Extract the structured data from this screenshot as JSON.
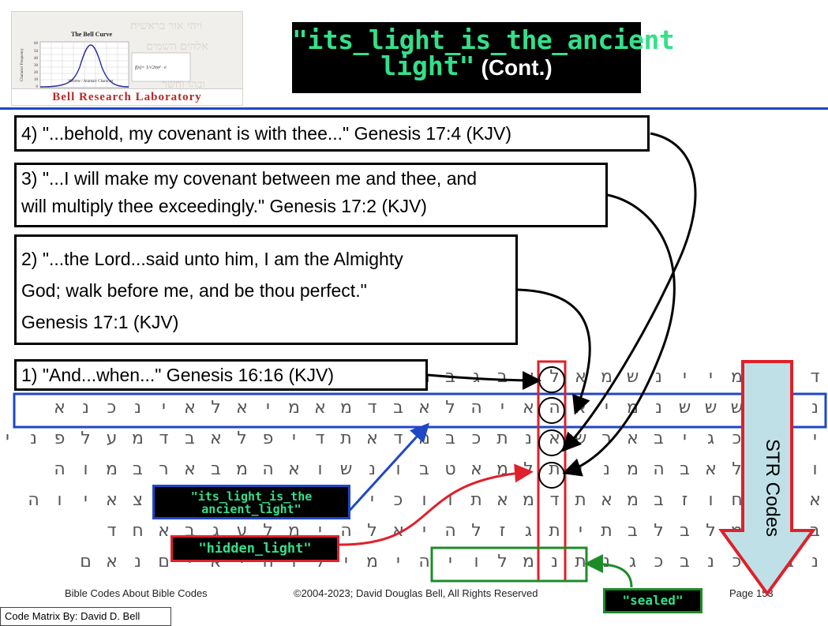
{
  "logo": {
    "chart_title": "The Bell Curve",
    "y_label": "Character Frequency",
    "y_ticks": [
      "60",
      "50",
      "40",
      "30",
      "20",
      "10",
      "0"
    ],
    "x_ticks": [
      "0",
      "25",
      "50",
      "75",
      "100",
      "125",
      "150",
      "175",
      "200"
    ],
    "x_label": "Hebrew / Aramaic Character",
    "lab_name": "Bell Research Laboratory"
  },
  "title": {
    "line1": "\"its_light_is_the_ancient",
    "line2": "light\"",
    "suffix": "(Cont.)"
  },
  "quotes": [
    {
      "line1": "4) \"...behold, my covenant is with thee...\" Genesis 17:4 (KJV)"
    },
    {
      "line1": "3) \"...I will make my covenant between me and thee, and",
      "line2": "will multiply thee exceedingly.\" Genesis 17:2 (KJV)"
    },
    {
      "line1": "2) \"...the Lord...said unto him, I am the Almighty",
      "line2": "God; walk before me, and be thou perfect.\"",
      "line3": "Genesis 17:1 (KJV)"
    },
    {
      "line1": "1) \"And...when...\" Genesis 16:16 (KJV)"
    }
  ],
  "matrix": {
    "rows": [
      "דךדמיינשמאלאבגבמבדיגמממ",
      "נחנשששנמיאהאיהלאבדמאמיאלאינכנא",
      "ינבכגיבארשאנתכבמדאתדיפלאבדמעלפני",
      "והתלאבהמנותלמאטבונשואהמבארבמוה",
      "אידחוזבמאתדמאתווכיתלגואנייצאיוה",
      "בכתמלבלבתיתגזלהיאלהימלעגבאחד",
      "נבצכנבכגנתנמלויהימילוהיאיםנאם"
    ]
  },
  "labels": {
    "ancient": "\"its_light_is_the ancient_light\"",
    "hidden": "\"hidden_light\"",
    "sealed": "\"sealed\""
  },
  "str_codes": "STR Codes",
  "footer": {
    "left": "Bible Codes About Bible Codes",
    "center": "©2004-2023; David Douglas Bell, All Rights Reserved",
    "page": "Page 153"
  },
  "credit": "Code Matrix By: David D. Bell",
  "colors": {
    "accent_blue": "#1f47c6",
    "accent_red": "#e0202a",
    "accent_green": "#1c8c28",
    "label_text_green": "#33e08a",
    "arrow_fill": "#bfe0e6"
  }
}
